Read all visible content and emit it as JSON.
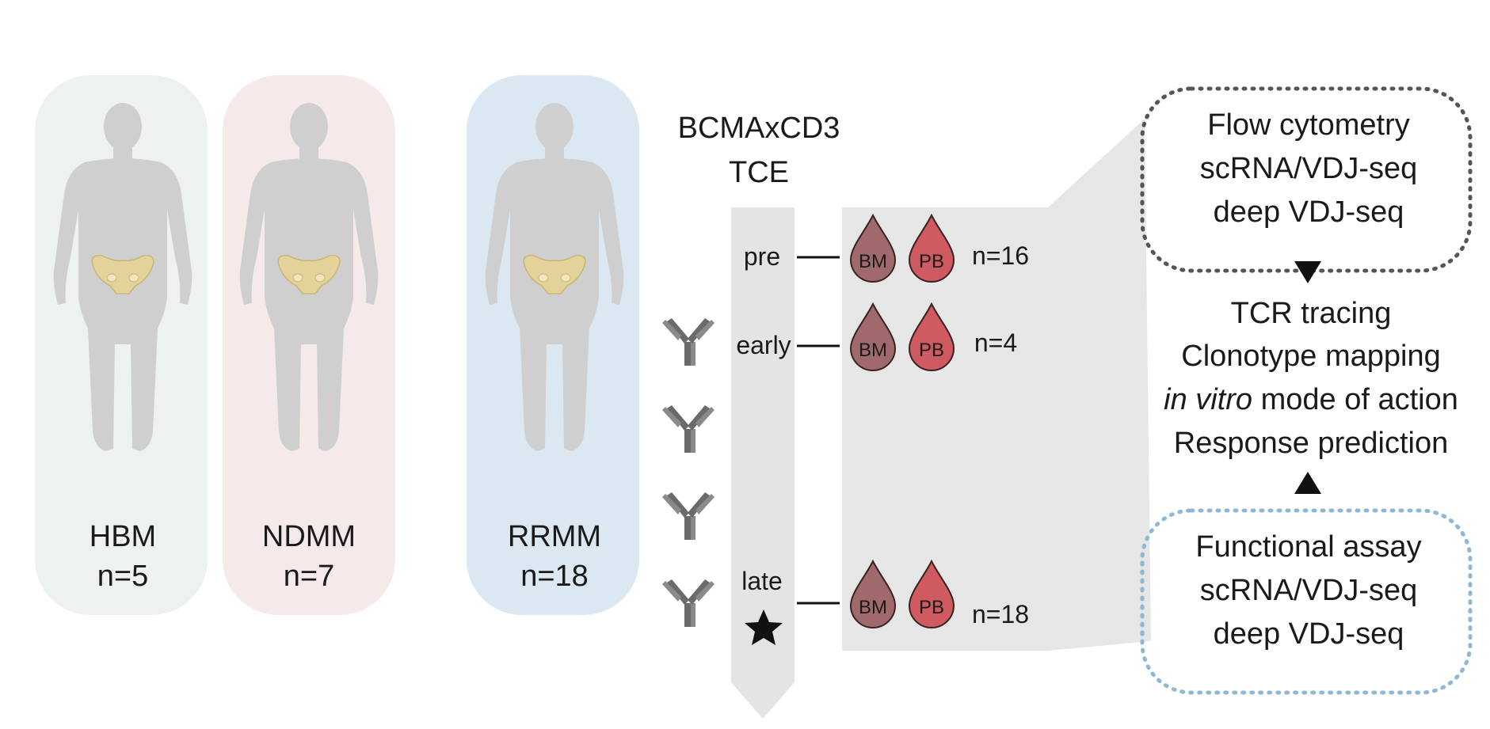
{
  "cohorts": [
    {
      "name": "HBM",
      "n": "n=5",
      "panel_color": "#edf2f0"
    },
    {
      "name": "NDMM",
      "n": "n=7",
      "panel_color": "#f6e9e9"
    },
    {
      "name": "RRMM",
      "n": "n=18",
      "panel_color": "#dce8f1"
    }
  ],
  "treatment": {
    "line1": "BCMAxCD3",
    "line2": "TCE"
  },
  "timepoints": [
    {
      "label": "pre",
      "bm": "BM",
      "pb": "PB",
      "n": "n=16"
    },
    {
      "label": "early",
      "bm": "BM",
      "pb": "PB",
      "n": "n=4"
    },
    {
      "label": "late",
      "bm": "BM",
      "pb": "PB",
      "n": "n=18"
    }
  ],
  "top_box": [
    "Flow cytometry",
    "scRNA/VDJ-seq",
    "deep VDJ-seq"
  ],
  "analyses": {
    "line1": "TCR tracing",
    "line2": "Clonotype mapping",
    "line3_italic": "in vitro",
    "line3_rest": " mode of action",
    "line4": "Response prediction"
  },
  "bottom_box": [
    "Functional assay",
    "scRNA/VDJ-seq",
    "deep VDJ-seq"
  ],
  "colors": {
    "body": "#cfcfcf",
    "pelvis": "#e3d39a",
    "bm_drop": "#a06a6c",
    "pb_drop": "#cf5a60",
    "timeline": "#e4e4e4",
    "top_dots": "#555555",
    "bottom_dots": "#8fb8d4"
  },
  "icons": [
    "human-body-icon",
    "pelvis-icon",
    "antibody-icon",
    "star-icon",
    "blood-drop-icon",
    "triangle-arrow-icon"
  ]
}
